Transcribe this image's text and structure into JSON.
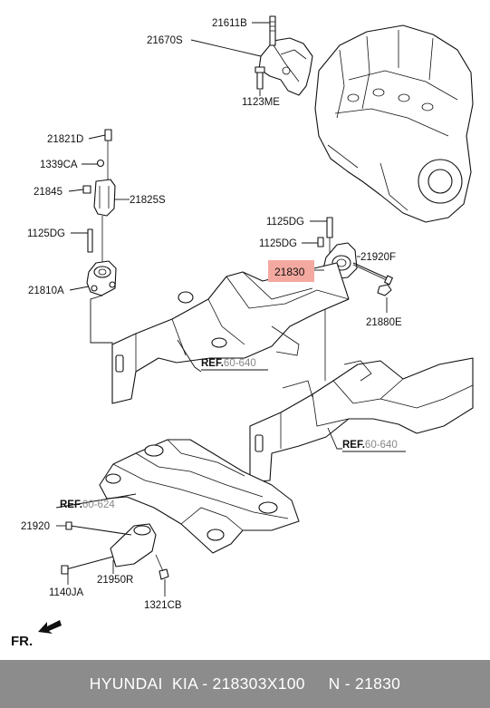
{
  "labels": {
    "p21611B": "21611B",
    "p21670S": "21670S",
    "p1123ME": "1123ME",
    "p21821D": "21821D",
    "p1339CA": "1339CA",
    "p21845": "21845",
    "p21825S": "21825S",
    "p1125DG_left": "1125DG",
    "p21810A": "21810A",
    "p1125DG_top": "1125DG",
    "p1125DG_mid": "1125DG",
    "p21920F": "21920F",
    "p21830": "21830",
    "p21880E": "21880E",
    "p21920": "21920",
    "p21950R": "21950R",
    "p1140JA": "1140JA",
    "p1321CB": "1321CB"
  },
  "refs": {
    "ref1_prefix": "REF.",
    "ref1_num": "60-640",
    "ref2_prefix": "REF.",
    "ref2_num": "60-640",
    "ref3_prefix": "REF.",
    "ref3_num": "60-624"
  },
  "direction": "FR.",
  "highlight_color": "#f4a9a0",
  "footer": {
    "brand": "HYUNDAI  KIA - 218303X100",
    "number": "N - 21830"
  }
}
